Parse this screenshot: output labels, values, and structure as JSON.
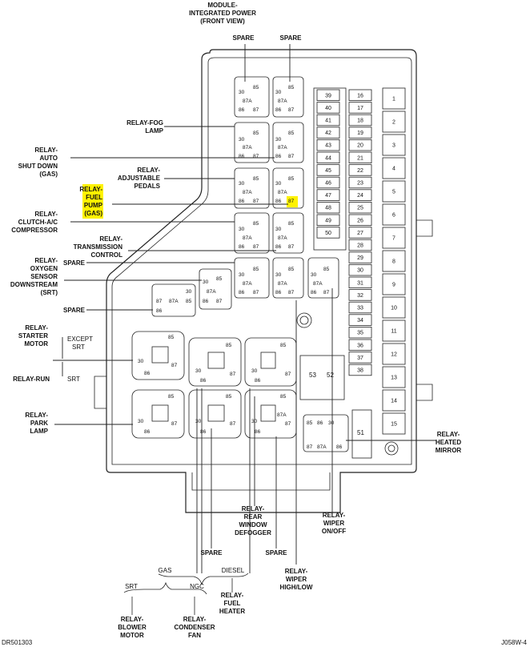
{
  "title_lines": [
    "MODULE-",
    "INTEGRATED POWER",
    "(FRONT VIEW)"
  ],
  "footer": {
    "left_code": "DR501303",
    "right_code": "J058W-4"
  },
  "pin_labels": {
    "p30": "30",
    "p85": "85",
    "p86": "86",
    "p87": "87",
    "p87a": "87A"
  },
  "labels": {
    "spare_top_left": "SPARE",
    "spare_top_right": "SPARE",
    "fog_lamp": [
      "RELAY-FOG",
      "LAMP"
    ],
    "auto_shutdown": [
      "RELAY-",
      "AUTO",
      "SHUT DOWN",
      "(GAS)"
    ],
    "adjustable_pedals": [
      "RELAY-",
      "ADJUSTABLE",
      "PEDALS"
    ],
    "fuel_pump": [
      "RELAY-",
      "FUEL",
      "PUMP",
      "(GAS)"
    ],
    "clutch_ac": [
      "RELAY-",
      "CLUTCH-A/C",
      "COMPRESSOR"
    ],
    "transmission_control": [
      "RELAY-",
      "TRANSMISSION",
      "CONTROL"
    ],
    "spare_mid": "SPARE",
    "oxygen_sensor": [
      "RELAY-",
      "OXYGEN",
      "SENSOR",
      "DOWNSTREAM",
      "(SRT)"
    ],
    "spare_small": "SPARE",
    "starter_motor": [
      "RELAY-",
      "STARTER",
      "MOTOR"
    ],
    "except_srt": [
      "EXCEPT",
      "SRT"
    ],
    "relay_run": "RELAY-RUN",
    "srt": "SRT",
    "park_lamp": [
      "RELAY-",
      "PARK",
      "LAMP"
    ],
    "rear_window_defogger": [
      "RELAY-",
      "REAR",
      "WINDOW",
      "DEFOGGER"
    ],
    "spare_bottom_left": "SPARE",
    "spare_bottom_right": "SPARE",
    "wiper_onoff": [
      "RELAY-",
      "WIPER",
      "ON/OFF"
    ],
    "wiper_highlow": [
      "RELAY-",
      "WIPER",
      "HIGH/LOW"
    ],
    "heated_mirror": [
      "RELAY-",
      "HEATED",
      "MIRROR"
    ],
    "gas": "GAS",
    "diesel": "DIESEL",
    "srt_bottom": "SRT",
    "ngc": "NGC",
    "fuel_heater": [
      "RELAY-",
      "FUEL",
      "HEATER"
    ],
    "blower_motor": [
      "RELAY-",
      "BLOWER",
      "MOTOR"
    ],
    "condenser_fan": [
      "RELAY-",
      "CONDENSER",
      "FAN"
    ]
  },
  "fuses": {
    "col_a": [
      "39",
      "40",
      "41",
      "42",
      "43",
      "44",
      "45",
      "46",
      "47",
      "48",
      "49",
      "50"
    ],
    "col_b": [
      "16",
      "17",
      "18",
      "19",
      "20",
      "21",
      "22",
      "23",
      "24",
      "25",
      "26",
      "27",
      "28",
      "29",
      "30",
      "31",
      "32",
      "33",
      "34",
      "35",
      "36",
      "37",
      "38"
    ],
    "col_c": [
      "1",
      "2",
      "3",
      "4",
      "5",
      "6",
      "7",
      "8",
      "9",
      "10",
      "11",
      "12",
      "13",
      "14",
      "15"
    ],
    "big_53": "53",
    "big_52": "52",
    "big_51": "51"
  },
  "colors": {
    "highlight": "#fff200",
    "line": "#222222"
  }
}
